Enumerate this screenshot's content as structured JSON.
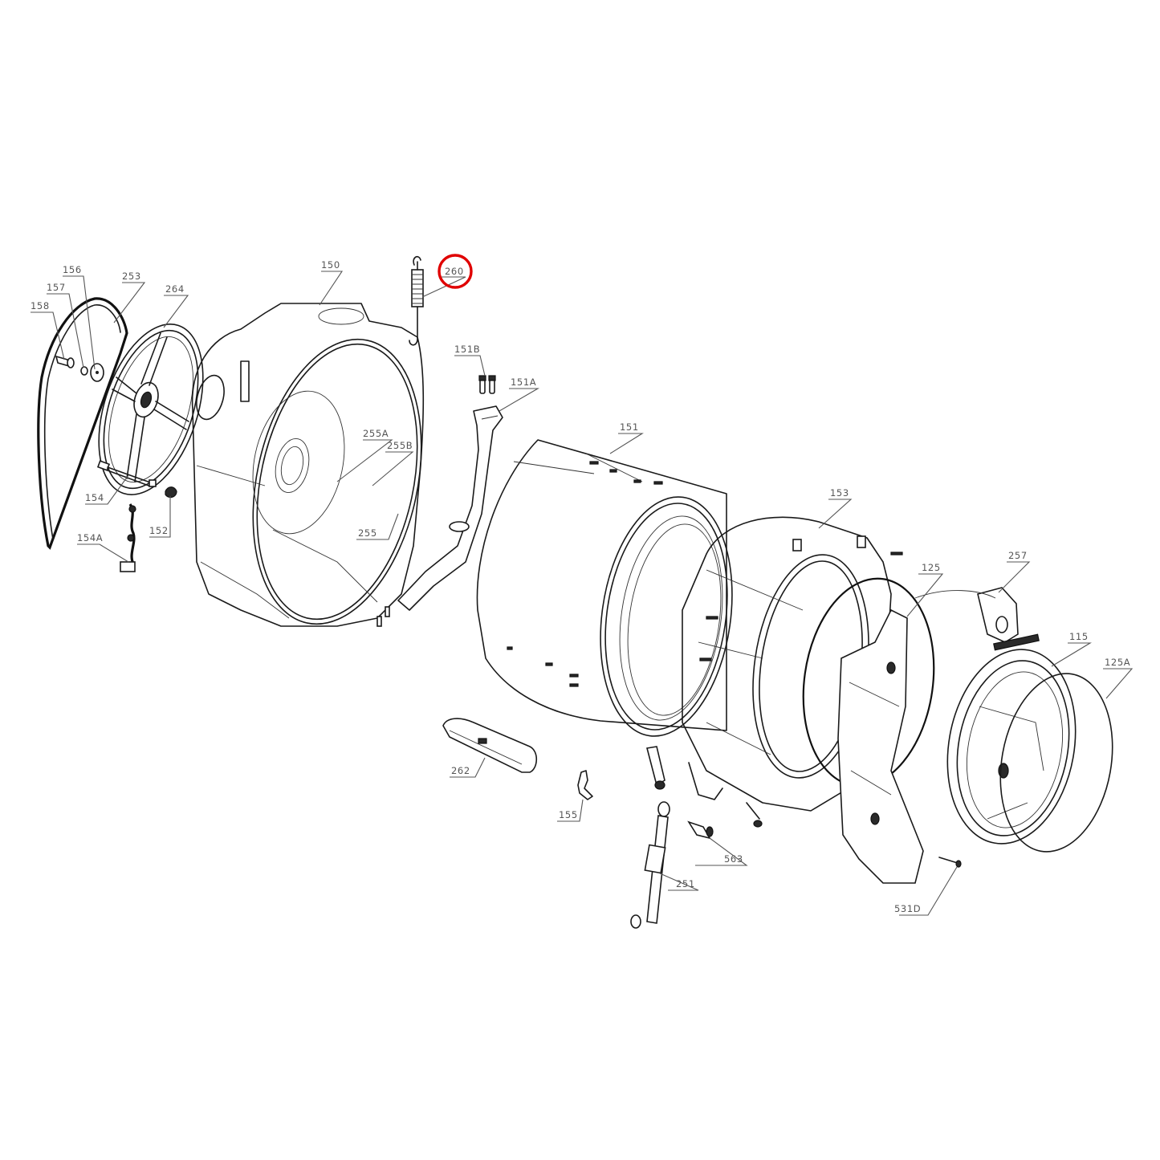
{
  "diagram": {
    "type": "exploded-parts-diagram",
    "subject": "washing machine tub and drum assembly",
    "highlighted_part": "260",
    "highlight_color": "#e00000",
    "line_color": "#1a1a1a",
    "label_color": "#555555"
  },
  "callouts": [
    {
      "id": "156",
      "label": "156"
    },
    {
      "id": "157",
      "label": "157"
    },
    {
      "id": "158",
      "label": "158"
    },
    {
      "id": "253",
      "label": "253"
    },
    {
      "id": "264",
      "label": "264"
    },
    {
      "id": "150",
      "label": "150"
    },
    {
      "id": "260",
      "label": "260"
    },
    {
      "id": "151B",
      "label": "151B"
    },
    {
      "id": "151A",
      "label": "151A"
    },
    {
      "id": "154",
      "label": "154"
    },
    {
      "id": "152",
      "label": "152"
    },
    {
      "id": "154A",
      "label": "154A"
    },
    {
      "id": "255A",
      "label": "255A"
    },
    {
      "id": "255B",
      "label": "255B"
    },
    {
      "id": "255",
      "label": "255"
    },
    {
      "id": "151",
      "label": "151"
    },
    {
      "id": "153",
      "label": "153"
    },
    {
      "id": "125",
      "label": "125"
    },
    {
      "id": "257",
      "label": "257"
    },
    {
      "id": "115",
      "label": "115"
    },
    {
      "id": "125A",
      "label": "125A"
    },
    {
      "id": "262",
      "label": "262"
    },
    {
      "id": "155",
      "label": "155"
    },
    {
      "id": "563",
      "label": "563"
    },
    {
      "id": "251",
      "label": "251"
    },
    {
      "id": "531D",
      "label": "531D"
    }
  ]
}
